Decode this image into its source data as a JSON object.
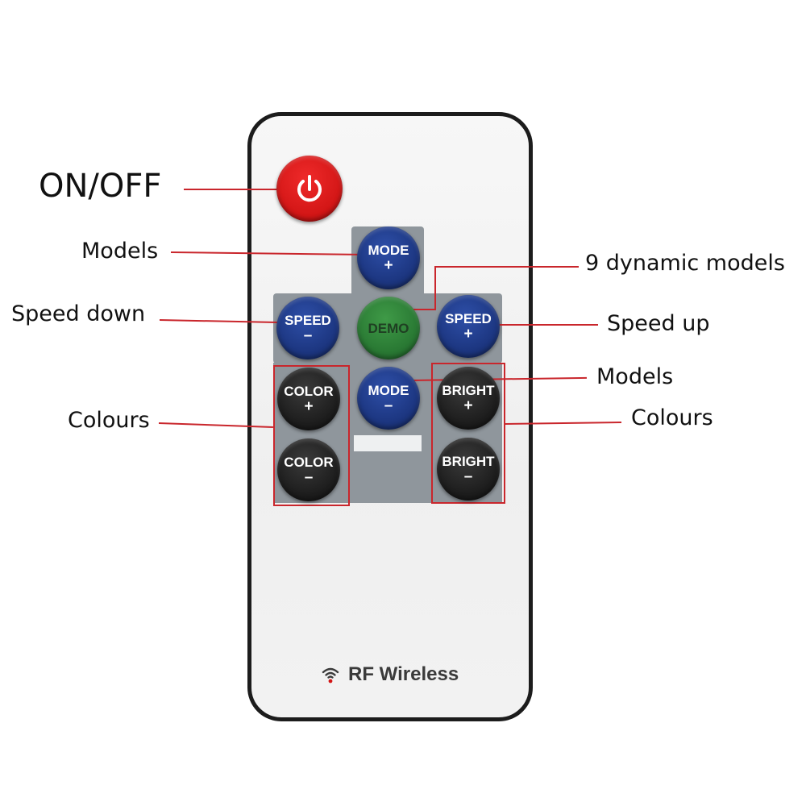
{
  "labels": {
    "on_off": "ON/OFF",
    "models_top": "Models",
    "dynamic_models": "9 dynamic models",
    "speed_down": "Speed down",
    "speed_up": "Speed up",
    "models_bottom": "Models",
    "colours_left": "Colours",
    "colours_right": "Colours"
  },
  "buttons": {
    "power": {
      "icon": "power-icon",
      "color": "#d31616"
    },
    "mode_up": {
      "label": "MODE",
      "sign": "+"
    },
    "speed_down": {
      "label": "SPEED",
      "sign": "–"
    },
    "demo": {
      "label": "DEMO"
    },
    "speed_up": {
      "label": "SPEED",
      "sign": "+"
    },
    "mode_down": {
      "label": "MODE",
      "sign": "–"
    },
    "color_up": {
      "label": "COLOR",
      "sign": "+"
    },
    "color_down": {
      "label": "COLOR",
      "sign": "–"
    },
    "bright_up": {
      "label": "BRIGHT",
      "sign": "+"
    },
    "bright_down": {
      "label": "BRIGHT",
      "sign": "–"
    }
  },
  "brand": {
    "text": "RF Wireless",
    "icon": "wireless-signal-icon"
  },
  "colors": {
    "callout": "#c9262c",
    "mode_speed_buttons": "#1d3782",
    "demo_button": "#2a7a34",
    "color_bright_buttons": "#1f1f1f",
    "membrane": "#8f969c"
  }
}
